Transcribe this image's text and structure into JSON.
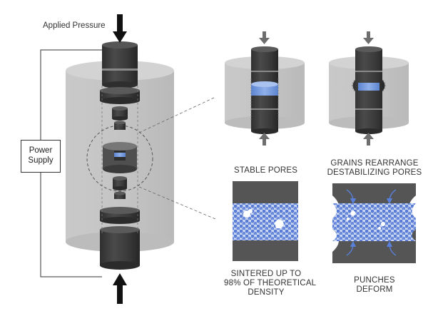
{
  "labels": {
    "applied_pressure": "Applied Pressure",
    "power_supply_line1": "Power",
    "power_supply_line2": "Supply",
    "stable_pores": "STABLE PORES",
    "grains_rearrange_line1": "GRAINS REARRANGE",
    "grains_rearrange_line2": "DESTABILIZING PORES",
    "sintered_line1": "SINTERED UP TO",
    "sintered_line2": "98% OF THEORETICAL",
    "sintered_line3": "DENSITY",
    "punches_line1": "PUNCHES",
    "punches_line2": "DEFORM"
  },
  "colors": {
    "die_light": "#c8c8c8",
    "die_shadow": "#b4b4b4",
    "punch_dark": "#3e3e3e",
    "punch_mid": "#555555",
    "sample_blue": "#6f93d6",
    "pore_blue": "#5a7fd8",
    "arrow_gray": "#707070",
    "arrow_dark": "#1a1a1a"
  }
}
